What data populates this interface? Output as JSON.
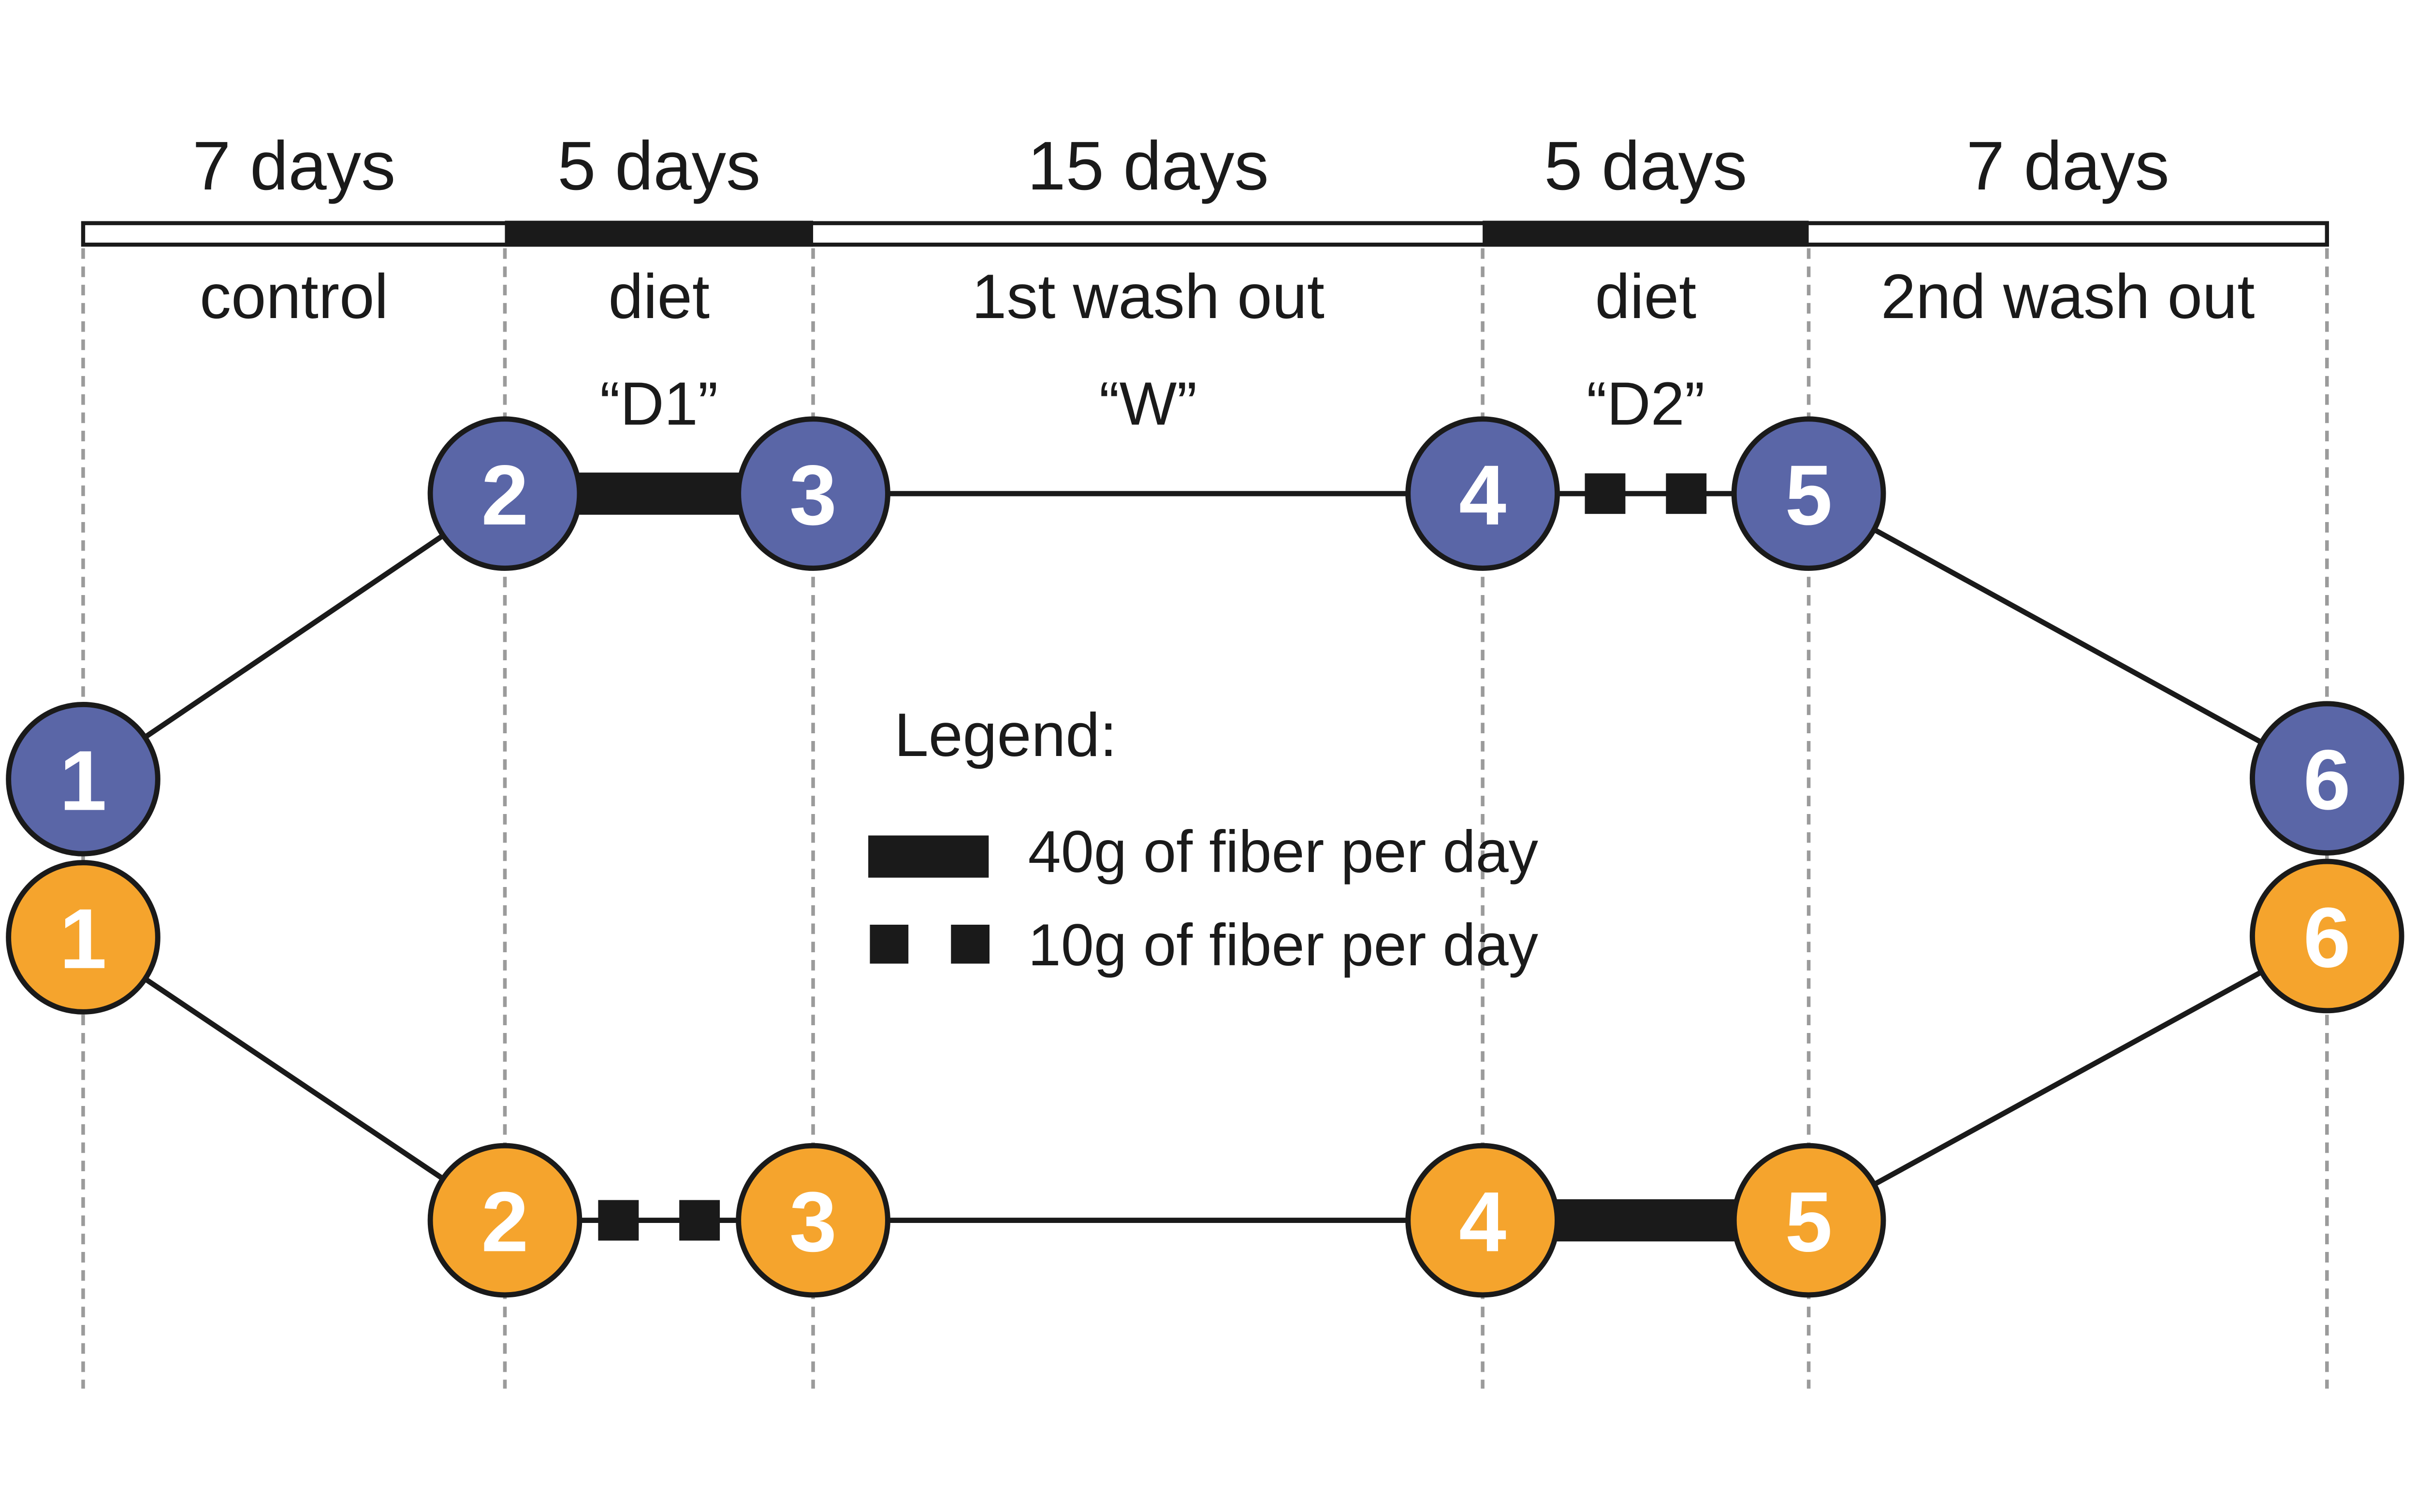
{
  "timeline": {
    "durations": [
      "7 days",
      "5 days",
      "15 days",
      "5 days",
      "7 days"
    ],
    "phases": [
      "control",
      "diet",
      "1st wash out",
      "diet",
      "2nd wash out"
    ],
    "period_codes": [
      "“D1”",
      "“W”",
      "“D2”"
    ]
  },
  "arms": {
    "blue": {
      "color": "#5A66A7",
      "nodes": [
        "1",
        "2",
        "3",
        "4",
        "5",
        "6"
      ]
    },
    "orange": {
      "color": "#F5A42D",
      "nodes": [
        "1",
        "2",
        "3",
        "4",
        "5",
        "6"
      ]
    }
  },
  "legend": {
    "title": "Legend:",
    "items": [
      {
        "icon": "thick-bar-icon",
        "label": "40g of fiber per day"
      },
      {
        "icon": "two-squares-icon",
        "label": "10g of fiber per day"
      }
    ]
  },
  "colors": {
    "ink": "#1A1A1A",
    "gridline": "#9B9B9B",
    "background": "#FFFFFF"
  }
}
